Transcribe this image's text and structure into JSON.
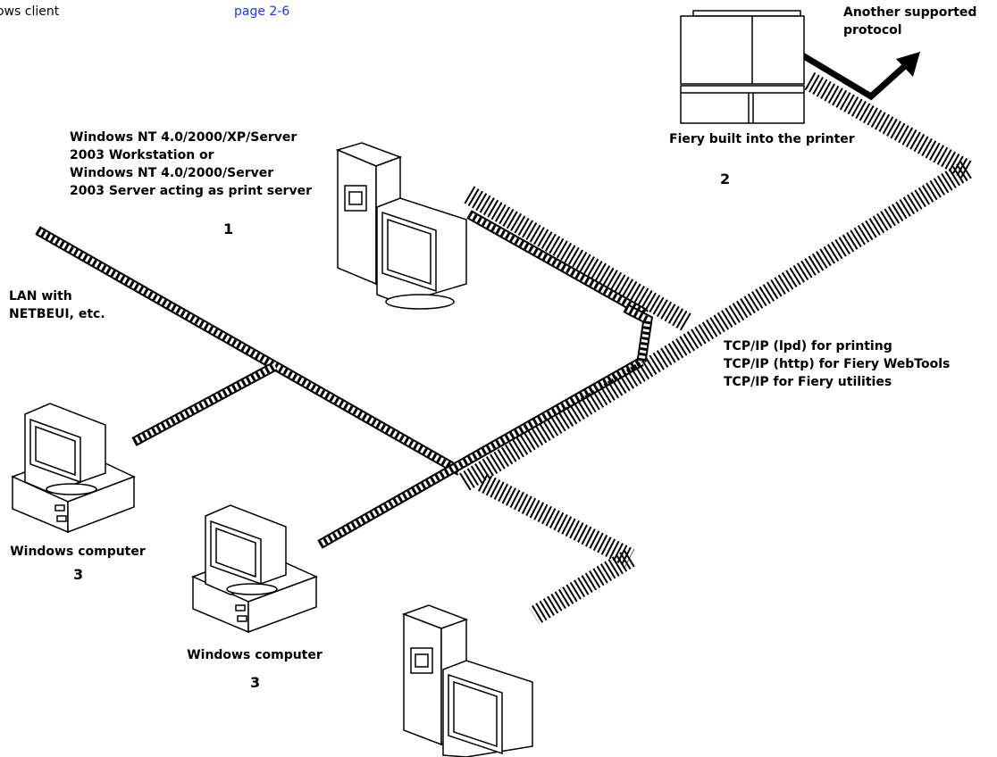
{
  "header": {
    "left_text": "ows client",
    "link_text": "page 2-6"
  },
  "labels": {
    "workstation": [
      "Windows NT 4.0/2000/XP/Server",
      "2003 Workstation or",
      "Windows NT 4.0/2000/Server",
      "2003 Server acting as print server"
    ],
    "workstation_number": "1",
    "printer": "Fiery built into the printer",
    "printer_number": "2",
    "protocol": [
      "Another supported",
      "protocol"
    ],
    "lan": [
      "LAN with",
      "NETBEUI, etc."
    ],
    "tcp": [
      "TCP/IP (lpd) for printing",
      "TCP/IP (http) for Fiery WebTools",
      "TCP/IP for Fiery utilities"
    ],
    "computer_left": "Windows computer",
    "computer_left_number": "3",
    "computer_mid": "Windows computer",
    "computer_mid_number": "3"
  },
  "icons": [
    "tower-pc-icon",
    "printer-icon",
    "desktop-computer-icon",
    "desktop-computer-icon",
    "tower-pc-icon",
    "arrow-icon"
  ],
  "colors": {
    "link": "#1a3cd6",
    "cable": "#000000",
    "background": "#ffffff"
  }
}
